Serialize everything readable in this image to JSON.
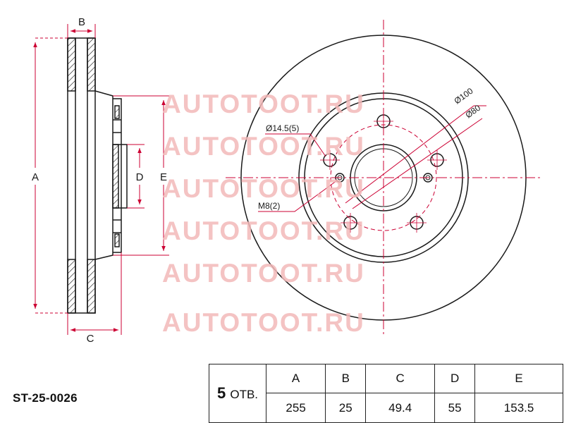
{
  "watermark": "AUTOTOOT.RU",
  "part_number": "ST-25-0026",
  "holes": {
    "count": "5",
    "label": "ОТВ."
  },
  "dimension_labels": {
    "a": "A",
    "b": "B",
    "c": "C",
    "d": "D",
    "e": "E"
  },
  "callouts": {
    "pcd": "Ø100",
    "center_bore": "Ø80",
    "stud_holes": "Ø14.5(5)",
    "threaded_holes": "M8(2)"
  },
  "spec_table": {
    "headers": [
      "A",
      "B",
      "C",
      "D",
      "E"
    ],
    "values": [
      "255",
      "25",
      "49.4",
      "55",
      "153.5"
    ]
  },
  "colors": {
    "line": "#1a1a1a",
    "dimension": "#cc0033",
    "watermark": "#f2b8b8"
  }
}
